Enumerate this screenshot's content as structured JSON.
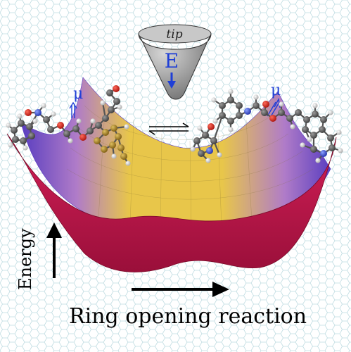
{
  "figure": {
    "tip_label": "tip",
    "field_label": "E",
    "dipole_label_left": "μ",
    "dipole_label_right": "μ",
    "y_axis_label": "Energy",
    "x_axis_label": "Ring opening reaction"
  },
  "colors": {
    "background": "#ffffff",
    "graphene_lines": "#b8d8de",
    "tip_fill": "#9a9a9a",
    "field_arrow": "#1f3fd6",
    "surface_front": "#c0174a",
    "surface_back_yellow": "#e8c64a",
    "surface_purple": "#6a44c8",
    "axis_arrow": "#000000",
    "equilibrium_arrow": "#000000"
  },
  "molecules": {
    "left": "ring-closed-isomer",
    "right": "ring-open-isomer"
  }
}
